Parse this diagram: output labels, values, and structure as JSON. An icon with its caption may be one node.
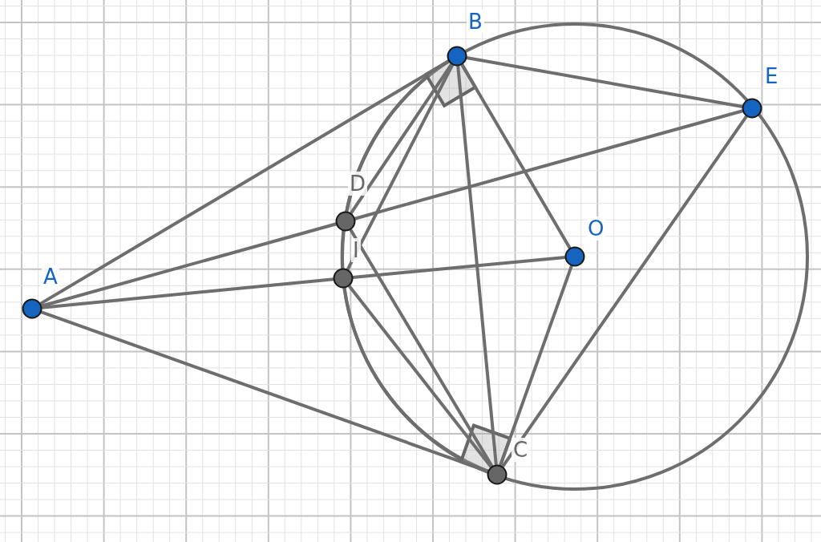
{
  "diagram": {
    "nodes": [
      {
        "text": [
          "B"
        ]
      },
      {
        "text": [
          "E"
        ]
      },
      {
        "text": [
          "D"
        ]
      },
      {
        "text": [
          "O"
        ]
      },
      {
        "text": [
          "A"
        ]
      },
      {
        "text": [
          "I"
        ]
      },
      {
        "text": [
          "C"
        ]
      }
    ],
    "edges": [
      {
        "from": 4,
        "to": 0,
        "arrow": "none"
      },
      {
        "from": 4,
        "to": 6,
        "arrow": "none"
      },
      {
        "from": 4,
        "to": 2,
        "arrow": "none"
      },
      {
        "from": 2,
        "to": 1,
        "arrow": "none"
      },
      {
        "from": 4,
        "to": 5,
        "arrow": "none"
      },
      {
        "from": 5,
        "to": 3,
        "arrow": "none"
      },
      {
        "from": 0,
        "to": 1,
        "arrow": "none"
      },
      {
        "from": 0,
        "to": 3,
        "arrow": "none"
      },
      {
        "from": 0,
        "to": 6,
        "arrow": "none"
      },
      {
        "from": 0,
        "to": 2,
        "arrow": "none"
      },
      {
        "from": 0,
        "to": 5,
        "arrow": "none"
      },
      {
        "from": 2,
        "to": 6,
        "arrow": "none"
      },
      {
        "from": 5,
        "to": 6,
        "arrow": "none"
      },
      {
        "from": 6,
        "to": 3,
        "arrow": "none"
      },
      {
        "from": 6,
        "to": 1,
        "arrow": "none"
      }
    ]
  }
}
